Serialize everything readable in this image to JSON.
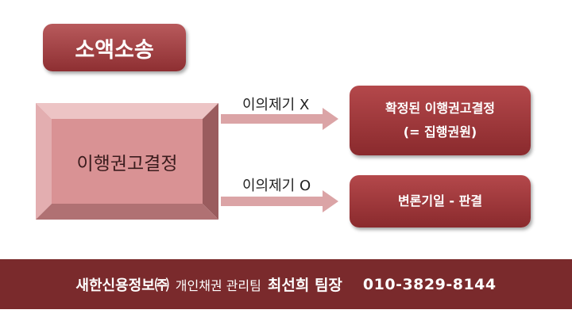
{
  "title": "소액소송",
  "source_box": {
    "label": "이행권고결정"
  },
  "branches": [
    {
      "condition": "이의제기 X",
      "result_lines": [
        "확정된 이행권고결정",
        "(= 집행권원)"
      ]
    },
    {
      "condition": "이의제기 O",
      "result_lines": [
        "변론기일 - 판결"
      ]
    }
  ],
  "footer": {
    "company": "새한신용정보㈜",
    "department": "개인채권 관리팀",
    "person": "최선희 팀장",
    "phone": "010-3829-8144"
  },
  "colors": {
    "accent": "#9a3a3d",
    "footer_bg": "#7a2a2c",
    "box_face": "#d99294",
    "arrow": "#dba4a6"
  }
}
